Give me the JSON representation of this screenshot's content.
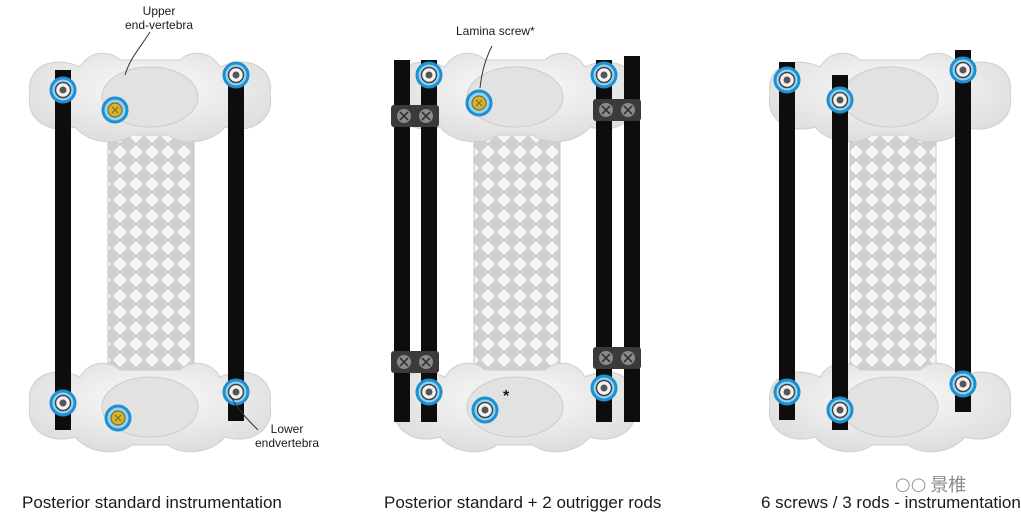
{
  "panels": [
    {
      "caption": "Posterior standard instrumentation"
    },
    {
      "caption": "Posterior standard + 2 outrigger rods"
    },
    {
      "caption": "6 screws / 3 rods - instrumentation"
    }
  ],
  "annotations": {
    "upper": [
      "Upper",
      "end-vertebra"
    ],
    "lower": [
      "Lower",
      "endvertebra"
    ],
    "lamina": "Lamina screw*",
    "asterisk": "*"
  },
  "watermark": {
    "text": "景椎"
  },
  "colors": {
    "rod": "#0d0d0d",
    "screw_ring": "#2f9fd8",
    "lamina_head": "#c9a42a",
    "bone": "#e9e9e9",
    "cage": "#d6d6d6"
  }
}
